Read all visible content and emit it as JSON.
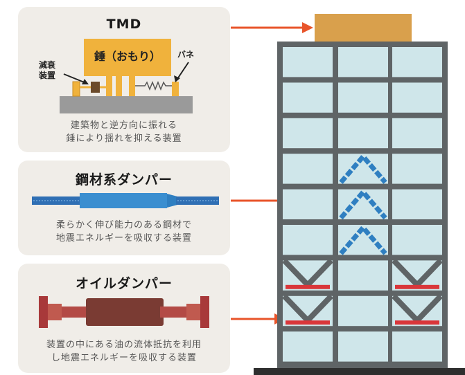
{
  "colors": {
    "panel_bg": "#f0ede8",
    "weight_orange": "#f0b23c",
    "arrow_orange": "#e8542a",
    "steel_blue": "#2f7fc1",
    "oil_red": "#a8393a",
    "frame_gray": "#5f6466",
    "glass": "#cfe6ea",
    "roof_mass": "#d9a04c",
    "hatch_red": "#d9363a"
  },
  "tmd": {
    "title": "TMD",
    "weight_label": "錘（おもり）",
    "damper_label": "減衰\n装置",
    "spring_label": "バネ",
    "desc_line1": "建築物と逆方向に振れる",
    "desc_line2": "錘により揺れを抑える装置"
  },
  "steel": {
    "title": "鋼材系ダンパー",
    "desc_line1": "柔らかく伸び能力のある鋼材で",
    "desc_line2": "地震エネルギーを吸収する装置"
  },
  "oil": {
    "title": "オイルダンパー",
    "desc_line1": "装置の中にある油の流体抵抗を利用",
    "desc_line2": "し地震エネルギーを吸収する装置"
  },
  "building": {
    "floors": 9,
    "columns": 3
  }
}
